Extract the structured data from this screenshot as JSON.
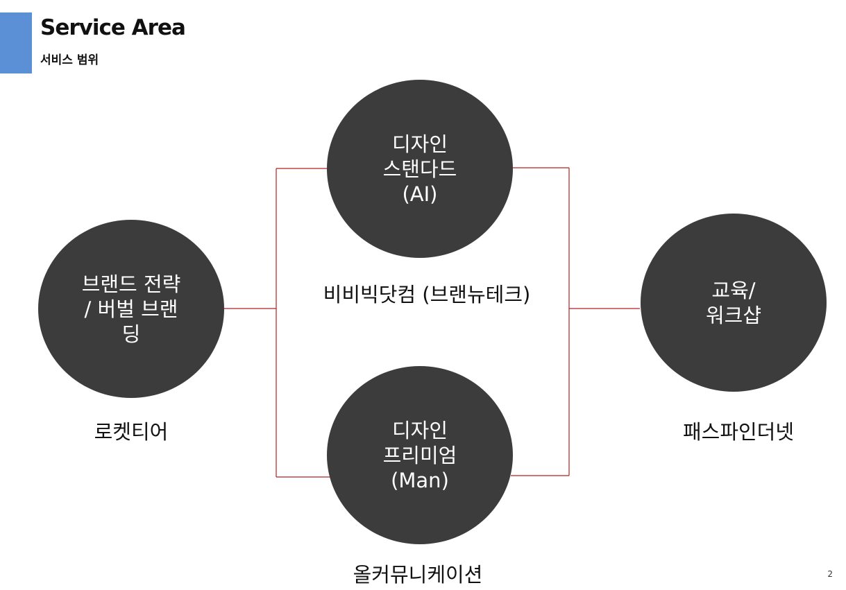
{
  "slide": {
    "title": "Service Area",
    "subtitle": "서비스 범위",
    "page_number": "2",
    "accent_color": "#5b8fd6"
  },
  "diagram": {
    "node_color": "#3d3c3c",
    "connector_color": "#b22222",
    "nodes": {
      "left": {
        "text": "브랜드 전략\n/ 버벌 브랜\n딩",
        "caption": "로켓티어"
      },
      "top": {
        "text": "디자인\n스탠다드\n(AI)",
        "caption": "비비빅닷컴 (브랜뉴테크)"
      },
      "bottom": {
        "text": "디자인\n프리미엄\n(Man)",
        "caption": "올커뮤니케이션"
      },
      "right": {
        "text": "교육/\n워크샵",
        "caption": "패스파인더넷"
      }
    }
  }
}
